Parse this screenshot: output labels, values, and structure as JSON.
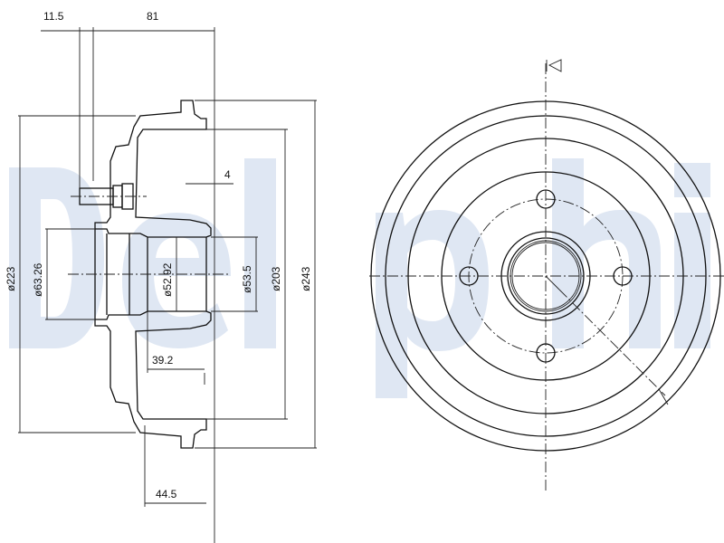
{
  "watermark": "Delphi",
  "colors": {
    "watermark": "#dfe7f3",
    "line": "#111111"
  },
  "dimensions": {
    "stud_offset": "11.5",
    "overall_depth": "81",
    "wall": "4",
    "d223": "ø223",
    "d63_26": "ø63.26",
    "d52_92": "ø52.92",
    "d53_5": "ø53.5",
    "d203": "ø203",
    "d243": "ø243",
    "hub_depth": "39.2",
    "flange_depth": "44.5"
  }
}
